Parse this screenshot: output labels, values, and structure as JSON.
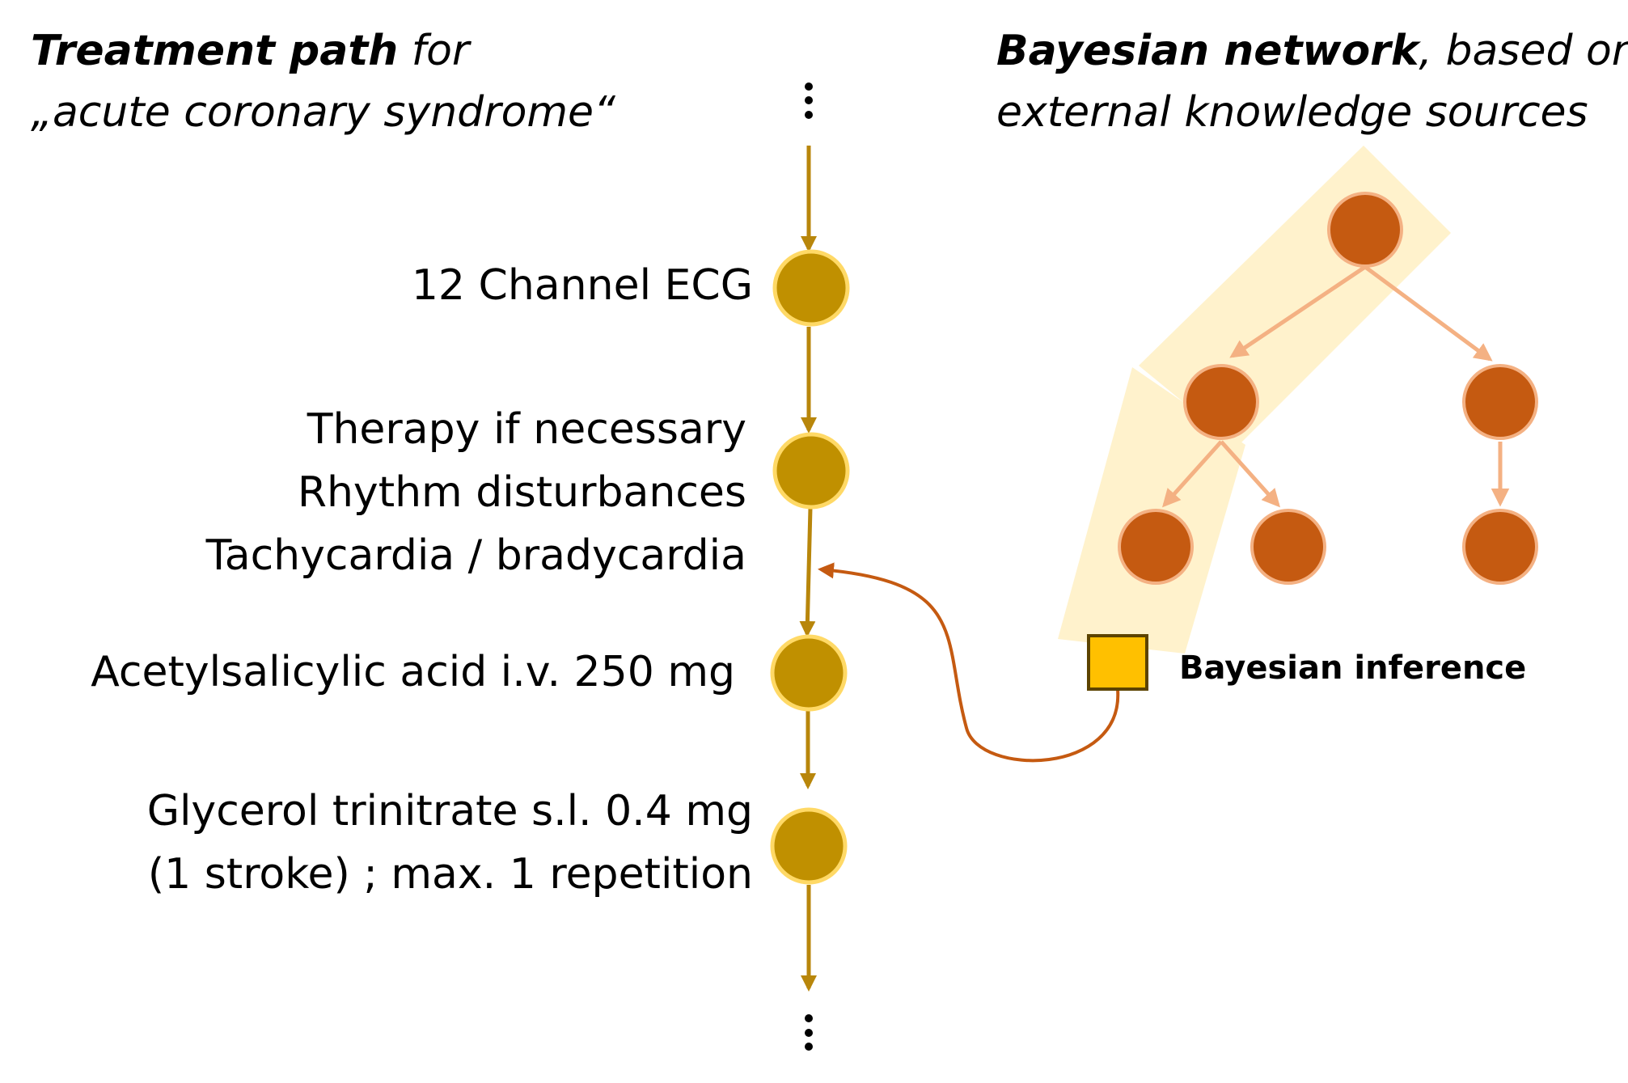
{
  "left_title": {
    "bold": "Treatment path",
    "rest": " for",
    "line2": "„acute coronary syndrome“"
  },
  "right_title": {
    "bold": "Bayesian network",
    "rest": ", based on",
    "line2": "external knowledge sources"
  },
  "steps": [
    {
      "lines": [
        "12 Channel ECG"
      ]
    },
    {
      "lines": [
        "Therapy if necessary",
        "Rhythm disturbances",
        "Tachycardia / bradycardia"
      ]
    },
    {
      "lines": [
        "Acetylsalicylic acid i.v. 250 mg"
      ]
    },
    {
      "lines": [
        "Glycerol trinitrate s.l. 0.4 mg",
        "(1 stroke) ;  max. 1 repetition"
      ]
    }
  ],
  "inference_label": "Bayesian inference",
  "colors": {
    "path_node": "#C09000",
    "path_node_ring": "#FFD966",
    "path_line": "#B8860B",
    "bn_node": "#C55A11",
    "bn_node_ring": "#F4B183",
    "bn_edge": "#F4B183",
    "highlight": "#FFF2CC",
    "inference_box": "#FFC000",
    "inference_curve": "#C55A11"
  }
}
